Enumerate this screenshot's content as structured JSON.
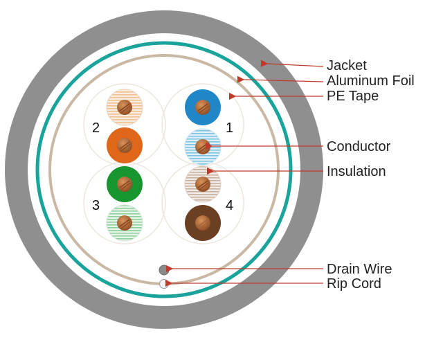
{
  "labels": {
    "jacket": "Jacket",
    "aluminum_foil": "Aluminum Foil",
    "pe_tape": "PE Tape",
    "conductor": "Conductor",
    "insulation": "Insulation",
    "drain_wire": "Drain Wire",
    "rip_cord": "Rip Cord"
  },
  "pairs": {
    "pair_1": "1",
    "pair_2": "2",
    "pair_3": "3",
    "pair_4": "4"
  },
  "colors": {
    "jacket": "#8f8f8f",
    "aluminum_foil": "#19a39a",
    "pe_tape": "#c9b9a4",
    "leader": "#c0392b",
    "blue": "#1f86c8",
    "orange": "#e0661a",
    "green": "#17962f",
    "brown": "#6b3f22",
    "copper": "#b36a35"
  }
}
